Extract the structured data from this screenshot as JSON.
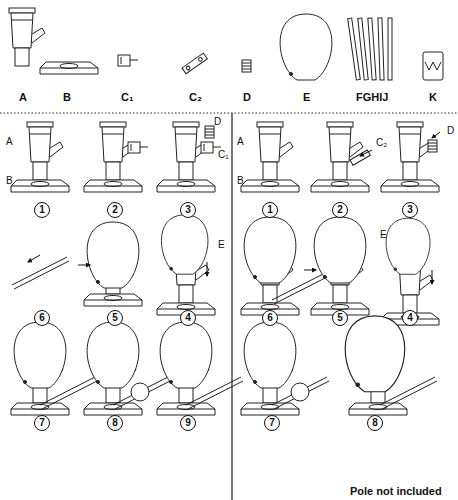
{
  "diagram": {
    "nodes": [
      {
        "text": [
          "1"
        ]
      },
      {
        "text": [
          "2"
        ]
      },
      {
        "text": [
          "3"
        ]
      },
      {
        "text": [
          "6"
        ]
      },
      {
        "text": [
          "5"
        ]
      },
      {
        "text": [
          "4"
        ]
      },
      {
        "text": [
          "7"
        ]
      },
      {
        "text": [
          "8"
        ]
      },
      {
        "text": [
          "9"
        ]
      },
      {
        "text": [
          "1"
        ]
      },
      {
        "text": [
          "2"
        ]
      },
      {
        "text": [
          "3"
        ]
      },
      {
        "text": [
          "6"
        ]
      },
      {
        "text": [
          "5"
        ]
      },
      {
        "text": [
          "4"
        ]
      },
      {
        "text": [
          "7"
        ]
      },
      {
        "text": [
          "8"
        ]
      }
    ],
    "labels": [
      "A",
      "B",
      "C₁",
      "C₂",
      "D",
      "E",
      "FGHIJ",
      "K",
      "A",
      "B",
      "D",
      "C₁",
      "E",
      "A",
      "B",
      "C₂",
      "D",
      "E",
      "Pole not included"
    ]
  }
}
